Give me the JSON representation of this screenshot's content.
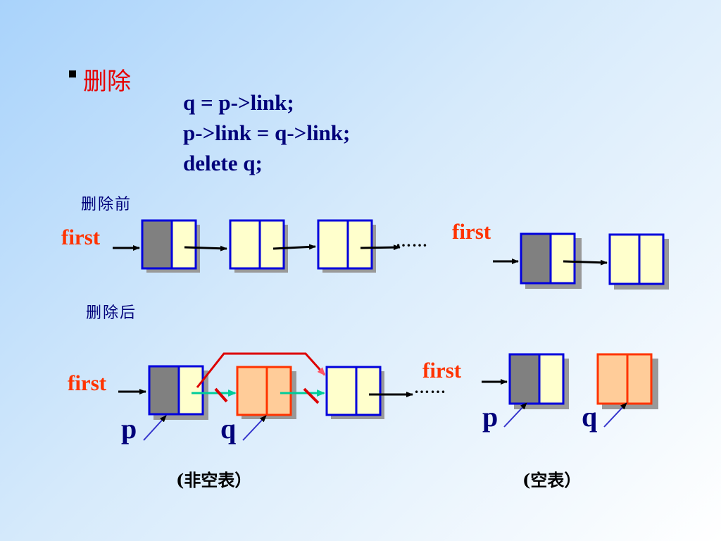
{
  "title": "删除",
  "code_lines": [
    "q = p->link;",
    "p->link = q->link;",
    "delete q;"
  ],
  "before_label": "删除前",
  "after_label": "删除后",
  "head_label": "first",
  "continuation": "……",
  "null_symbol": "^",
  "pointer_p": "p",
  "pointer_q": "q",
  "caption_nonempty": "(非空表）",
  "caption_empty": "(空表）",
  "colors": {
    "head_node": "#808080",
    "node_fill": "#ffffcc",
    "node_border": "#0000dd",
    "deleted_fill": "#ffcc99",
    "deleted_border": "#ff3300",
    "relink": "#dd0000",
    "old_link": "#00cc99"
  }
}
